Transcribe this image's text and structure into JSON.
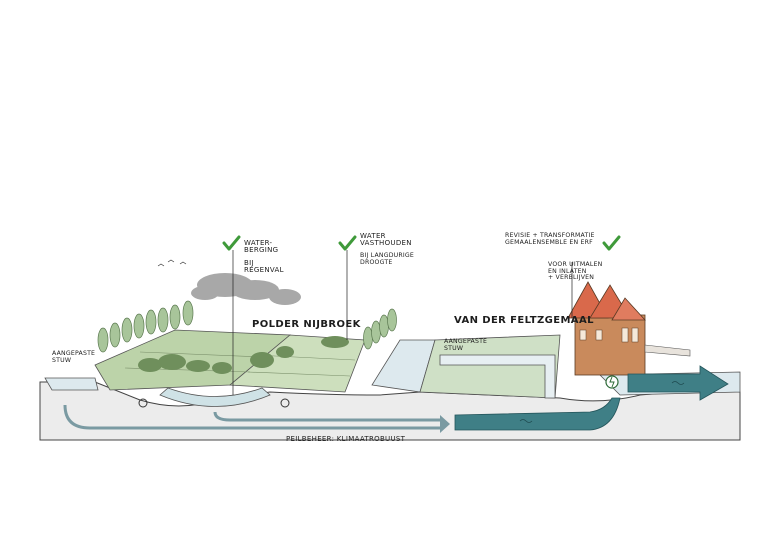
{
  "labels": {
    "waterberging_1": "WATER-",
    "waterberging_2": "BERGING",
    "bij_regenval_1": "BIJ",
    "bij_regenval_2": "REGENVAL",
    "water_vasthouden_1": "WATER",
    "water_vasthouden_2": "VASTHOUDEN",
    "langdurige_droogte_1": "BIJ LANGDURIGE",
    "langdurige_droogte_2": "DROOGTE",
    "revisie_1": "REVISIE + TRANSFORMATIE",
    "revisie_2": "GEMAALENSEMBLE EN ERF",
    "uitmalen_1": "VOOR UITMALEN",
    "uitmalen_2": "EN INLATEN",
    "uitmalen_3": "+ VERBLIJVEN",
    "aangepaste_stuw_left_1": "AANGEPASTE",
    "aangepaste_stuw_left_2": "STUW",
    "aangepaste_stuw_mid_1": "AANGEPASTE",
    "aangepaste_stuw_mid_2": "STUW",
    "polder": "POLDER NIJBROEK",
    "gemaal": "VAN DER FELTZGEMAAL",
    "peilbeheer": "PEILBEHEER: KLIMAATROBUUST"
  },
  "colors": {
    "check": "#3f9a3a",
    "water_arrow": "#3f7f86",
    "field_green": "#bcd3a9",
    "water_blue": "#dde9ee",
    "roof": "#d9694b",
    "brick": "#c98a5c"
  },
  "icons": [
    "checkmark-icon",
    "checkmark-icon",
    "checkmark-icon",
    "pump-icon",
    "cloud-icon",
    "flow-arrow-icon"
  ]
}
